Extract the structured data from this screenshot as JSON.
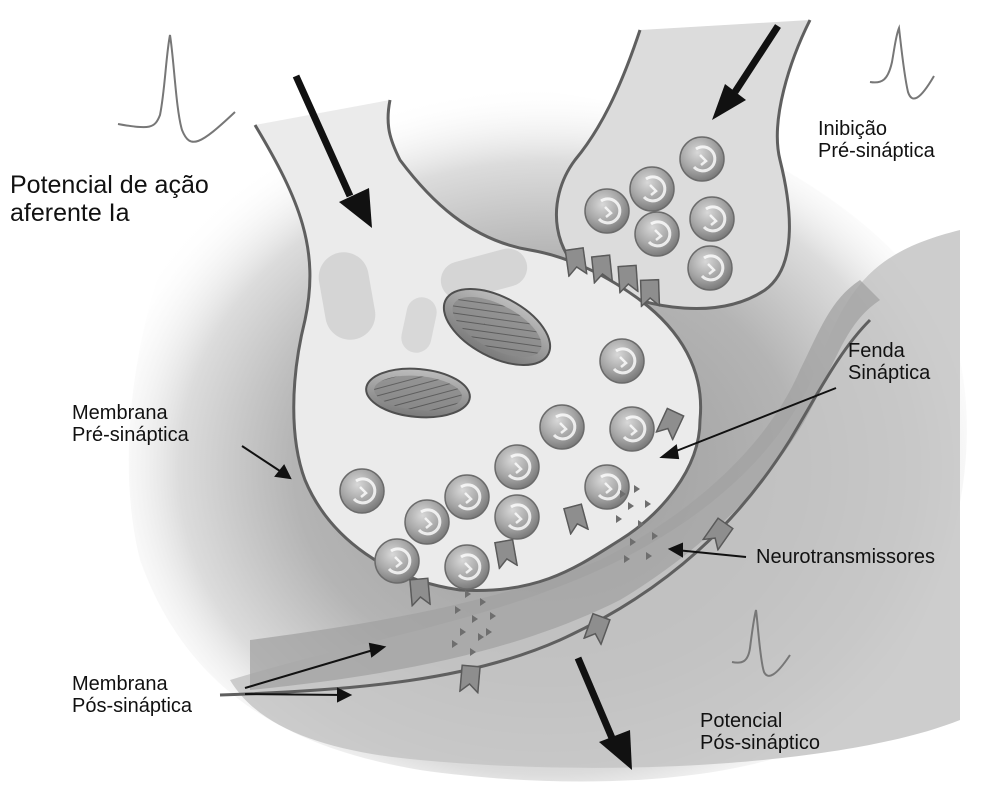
{
  "labels": {
    "potencial_acao": {
      "line1": "Potencial de ação",
      "line2": "aferente Ia"
    },
    "inibicao": {
      "line1": "Inibição",
      "line2": "Pré-sináptica"
    },
    "fenda": {
      "line1": "Fenda",
      "line2": "Sináptica"
    },
    "membrana_pre": {
      "line1": "Membrana",
      "line2": "Pré-sináptica"
    },
    "neurotransmissores": "Neurotransmissores",
    "membrana_pos": {
      "line1": "Membrana",
      "line2": "Pós-sináptica"
    },
    "potencial_pos": {
      "line1": "Potencial",
      "line2": "Pós-sináptico"
    }
  },
  "colors": {
    "membrane": "#5f5f5f",
    "terminal_fill": "#ebebeb",
    "cleft": "#a8a8a8",
    "postsynaptic": "#c4c4c4",
    "vesicle": "#9a9a9a",
    "arrow": "#111111"
  }
}
